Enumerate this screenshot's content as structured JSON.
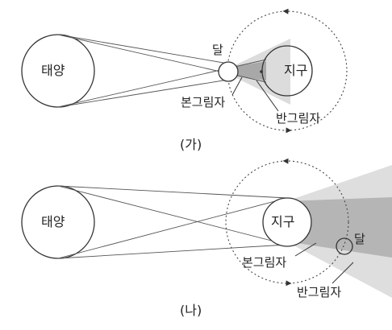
{
  "diagram_a": {
    "caption": "(가)",
    "sun_label": "태양",
    "moon_label": "달",
    "earth_label": "지구",
    "umbra_label": "본그림자",
    "penumbra_label": "반그림자"
  },
  "diagram_b": {
    "caption": "(나)",
    "sun_label": "태양",
    "moon_label": "달",
    "earth_label": "지구",
    "umbra_label": "본그림자",
    "penumbra_label": "반그림자"
  },
  "colors": {
    "outline": "#333333",
    "umbra_fill": "#a9a9a9",
    "penumbra_fill": "#d9d9d9",
    "background": "#ffffff"
  }
}
